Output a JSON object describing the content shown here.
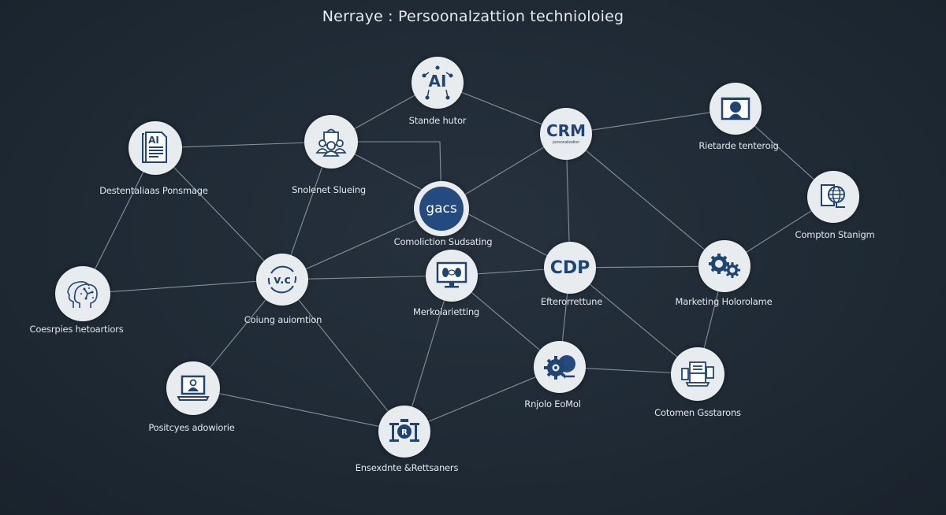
{
  "title": "Nerraye : Persoonalzattion technioloieg",
  "colors": {
    "background": "#1f2a35",
    "node_fill": "#e9ecee",
    "icon": "#1f4577",
    "edge": "#9aa3ab",
    "text": "#e2e6ea"
  },
  "nodes": [
    {
      "id": "ai",
      "label": "Stande hutor",
      "icon": "ai-network-icon",
      "icon_text": "AI"
    },
    {
      "id": "crm",
      "label": "",
      "icon": "crm-icon",
      "icon_text": "CRM",
      "icon_subtext": "personalization"
    },
    {
      "id": "frame",
      "label": "Rietarde tenteroig",
      "icon": "portrait-frame-icon"
    },
    {
      "id": "globe",
      "label": "Compton Stanigm",
      "icon": "globe-document-icon"
    },
    {
      "id": "doc",
      "label": "Destentaliaas Ponsmage",
      "icon": "ai-document-icon",
      "icon_text": "AI"
    },
    {
      "id": "people",
      "label": "Snolenet Slueing",
      "icon": "shopping-people-icon"
    },
    {
      "id": "gacs",
      "label": "Comoliction Sudsating",
      "icon": "gacs-badge-icon",
      "icon_text": "gacs"
    },
    {
      "id": "brain",
      "label": "Coesrpies hetoartiors",
      "icon": "brain-head-icon"
    },
    {
      "id": "vc",
      "label": "Coiung auiomtion",
      "icon": "cycle-vc-icon",
      "icon_text": "v.c"
    },
    {
      "id": "monitor",
      "label": "Merkoiarietting",
      "icon": "monitor-icon"
    },
    {
      "id": "cdp",
      "label": "Efterorrettune",
      "icon": "cdp-icon",
      "icon_text": "CDP"
    },
    {
      "id": "gears",
      "label": "Marketing Holorolame",
      "icon": "gears-icon"
    },
    {
      "id": "laptop",
      "label": "Positcyes adowiorie",
      "icon": "laptop-user-icon"
    },
    {
      "id": "bank",
      "label": "Ensexdnte &Rettsaners",
      "icon": "bank-icon"
    },
    {
      "id": "gearglobe",
      "label": "Rnjolo EoMol",
      "icon": "gear-globe-icon"
    },
    {
      "id": "devices",
      "label": "Cotomen Gsstarons",
      "icon": "devices-icon"
    }
  ],
  "edges": [
    [
      "ai",
      "people"
    ],
    [
      "ai",
      "crm"
    ],
    [
      "crm",
      "frame"
    ],
    [
      "crm",
      "gacs"
    ],
    [
      "crm",
      "cdp"
    ],
    [
      "crm",
      "gears"
    ],
    [
      "frame",
      "globe"
    ],
    [
      "globe",
      "gears"
    ],
    [
      "doc",
      "people"
    ],
    [
      "doc",
      "brain"
    ],
    [
      "doc",
      "vc"
    ],
    [
      "people",
      "gacs"
    ],
    [
      "people",
      "vc"
    ],
    [
      "people",
      "cdp"
    ],
    [
      "gacs",
      "vc"
    ],
    [
      "gacs",
      "cdp"
    ],
    [
      "brain",
      "vc"
    ],
    [
      "vc",
      "monitor"
    ],
    [
      "vc",
      "laptop"
    ],
    [
      "vc",
      "bank"
    ],
    [
      "monitor",
      "cdp"
    ],
    [
      "monitor",
      "gearglobe"
    ],
    [
      "monitor",
      "bank"
    ],
    [
      "cdp",
      "gears"
    ],
    [
      "cdp",
      "gearglobe"
    ],
    [
      "cdp",
      "devices"
    ],
    [
      "gears",
      "devices"
    ],
    [
      "gearglobe",
      "devices"
    ],
    [
      "gearglobe",
      "bank"
    ],
    [
      "laptop",
      "bank"
    ]
  ]
}
